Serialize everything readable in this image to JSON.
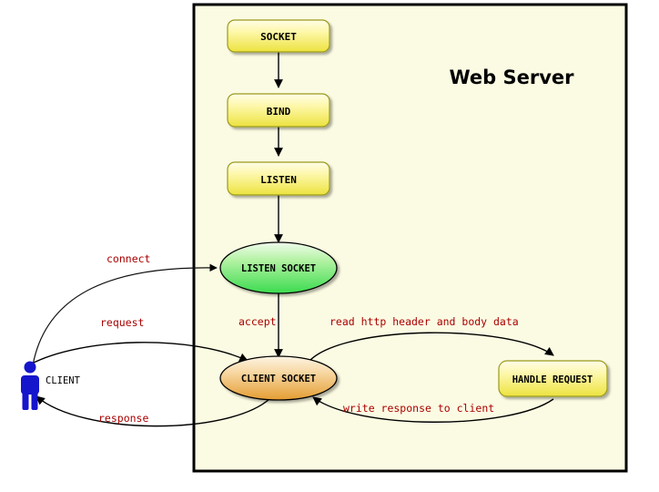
{
  "diagram": {
    "title": "Web Server",
    "container": {
      "label": "Web Server",
      "fill": "#fbfbe3",
      "border": "#000000"
    },
    "nodes": [
      {
        "id": "socket",
        "label": "SOCKET",
        "shape": "rounded-box",
        "fill_top": "#fffbbc",
        "fill_bottom": "#ece23f",
        "stroke": "#9a9a1e"
      },
      {
        "id": "bind",
        "label": "BIND",
        "shape": "rounded-box",
        "fill_top": "#fffbbc",
        "fill_bottom": "#ece23f",
        "stroke": "#9a9a1e"
      },
      {
        "id": "listen",
        "label": "LISTEN",
        "shape": "rounded-box",
        "fill_top": "#fffbbc",
        "fill_bottom": "#ece23f",
        "stroke": "#9a9a1e"
      },
      {
        "id": "listen-socket",
        "label": "LISTEN SOCKET",
        "shape": "ellipse",
        "fill_top": "#eafbe0",
        "fill_bottom": "#3ddc52",
        "stroke": "#000000"
      },
      {
        "id": "client-socket",
        "label": "CLIENT SOCKET",
        "shape": "ellipse",
        "fill_top": "#fdf1dc",
        "fill_bottom": "#e8a23c",
        "stroke": "#000000"
      },
      {
        "id": "handle-request",
        "label": "HANDLE REQUEST",
        "shape": "rounded-box",
        "fill_top": "#fffbbc",
        "fill_bottom": "#ece23f",
        "stroke": "#9a9a1e"
      }
    ],
    "actor": {
      "id": "client",
      "label": "CLIENT",
      "color": "#1515cc"
    },
    "edges": [
      {
        "id": "socket-to-bind",
        "label": ""
      },
      {
        "id": "bind-to-listen",
        "label": ""
      },
      {
        "id": "listen-to-listen-socket",
        "label": ""
      },
      {
        "id": "client-to-listen-socket",
        "label": "connect"
      },
      {
        "id": "client-to-client-socket",
        "label": "request"
      },
      {
        "id": "listen-socket-to-client-socket",
        "label": "accept"
      },
      {
        "id": "client-socket-to-handle",
        "label": "read http header and body data"
      },
      {
        "id": "handle-to-client-socket",
        "label": "write response to client"
      },
      {
        "id": "client-socket-to-client",
        "label": "response"
      }
    ],
    "label_color": "#aa0000",
    "edge_color": "#000000"
  }
}
